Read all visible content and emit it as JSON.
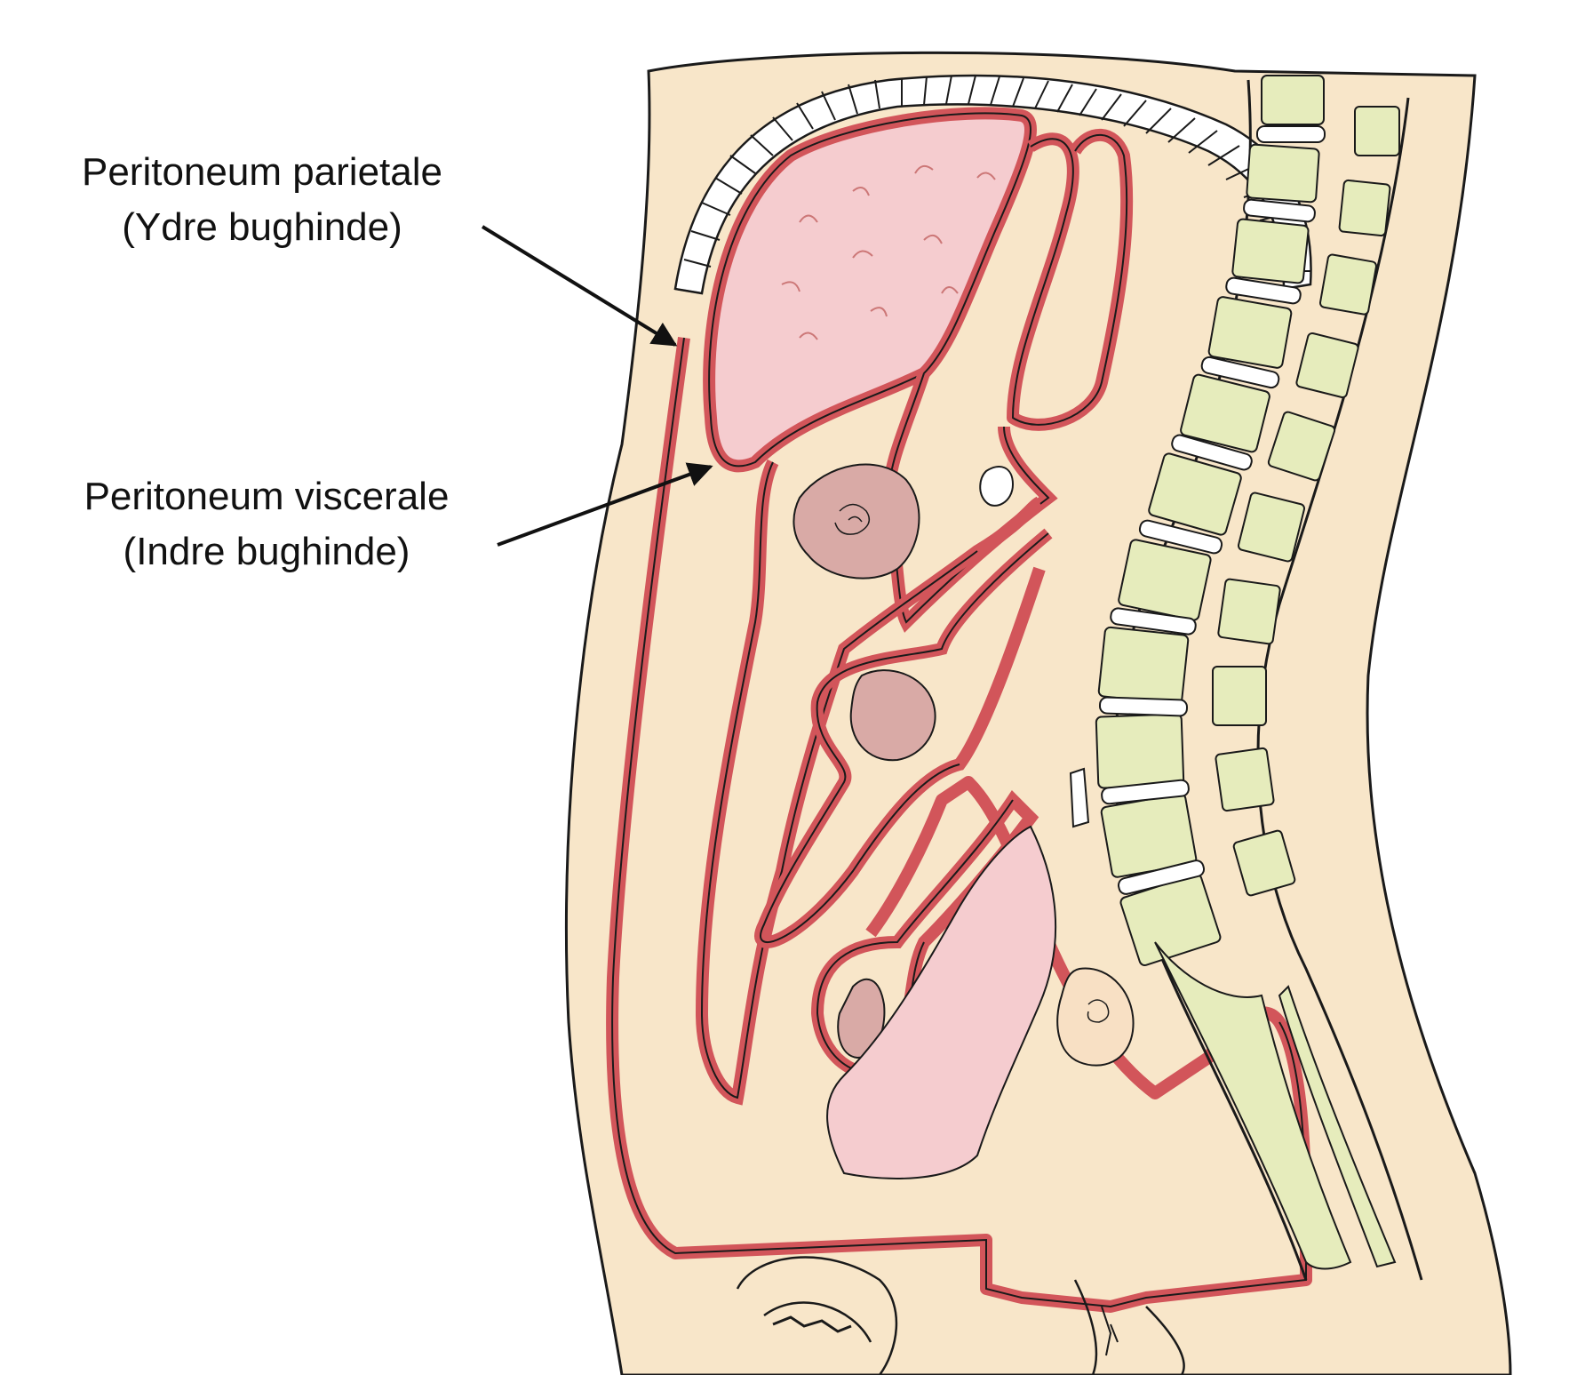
{
  "labels": {
    "parietale": {
      "line1": "Peritoneum parietale",
      "line2": "(Ydre bughinde)"
    },
    "viscerale": {
      "line1": "Peritoneum viscerale",
      "line2": "(Indre bughinde)"
    }
  },
  "colors": {
    "body": "#f8e6c9",
    "peritoneum": "#d2555a",
    "peritoneum_light": "#e27a7e",
    "organ_pink": "#f5cccf",
    "organ_mauve": "#d9aaa6",
    "vertebra": "#e6ecbc",
    "disc": "#ffffff",
    "outline": "#1a1a1a"
  }
}
